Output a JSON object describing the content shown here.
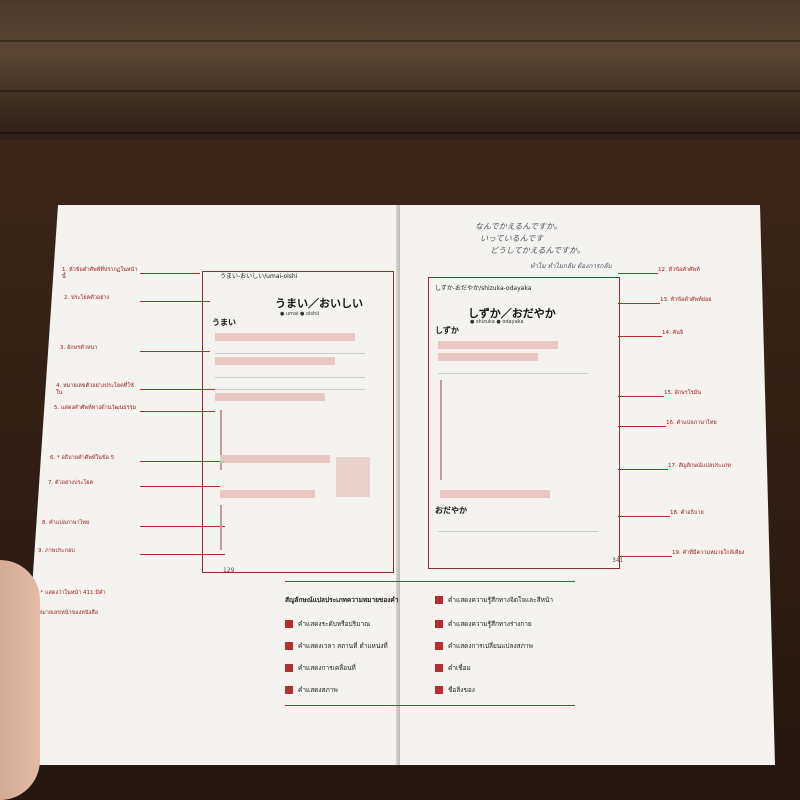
{
  "left_page": {
    "header": "うまい-おいしい/umai-oishi",
    "entry_title": "うまい／おいしい",
    "entry_romaji": "● umai            ● oishii",
    "sub_entry": "うまい",
    "page_number": "129",
    "annotations": [
      "1. หัวข้อคำศัพท์ที่ปรากฏในหน้านี้",
      "2. ประโยคตัวอย่าง",
      "3. อักษรตัวหนา",
      "4. หมายเลขตัวอย่างประโยคที่ใช้ใน",
      "5. แสดงคำศัพท์ทางด้านวัฒนธรรม",
      "6. * อธิบายคำศัพท์ในข้อ 5",
      "7. ตัวอย่างประโยค",
      "8. คำแปลภาษาไทย",
      "9. ภาพประกอบ",
      "10. * แสดงว่าในหน้า 411 มีคำ",
      "11. หมายเลขหน้าของหนังสือ"
    ]
  },
  "right_page": {
    "header": "しずか-おだやか/shizuka-odayaka",
    "entry_title": "しずか／おだやか",
    "entry_romaji": "● shizuka       ● odayaka",
    "sub_entry": "しずか",
    "sub_entry_2": "おだやか",
    "page_number": "341",
    "handwriting": [
      "なんでかえるんですか。",
      "いっているんです",
      "どうしてかえるんですか。",
      "ทำไม ทำไมกลับ ต้องการกลับ"
    ],
    "annotations": [
      "12. หัวข้อคำศัพท์",
      "13. หัวข้อคำศัพท์ย่อย",
      "14. คันจิ",
      "15. อักษรโรมัน",
      "16. คำแปลภาษาไทย",
      "17. สัญลักษณ์แปลประเภท",
      "18. คำอธิบาย",
      "19. คำที่มีความหมายใกล้เคียง"
    ]
  },
  "legend": {
    "title": "สัญลักษณ์แปลประเภทความหมายของคำ",
    "items": [
      "คำแสดงระดับหรือปริมาณ",
      "คำแสดงความรู้สึกทางจิตใจและสีหน้า",
      "คำแสดงเวลา สถานที่ ตำแหน่งที่",
      "คำแสดงความรู้สึกทางร่างกาย",
      "คำแสดงการเคลื่อนที่",
      "คำแสดงการเปลี่ยนแปลงสภาพ",
      "คำแสดงสภาพ",
      "คำเชื่อม",
      "ชื่อสิ่งของ"
    ]
  },
  "colors": {
    "accent": "#b02626",
    "paper": "#f4f3ef"
  }
}
